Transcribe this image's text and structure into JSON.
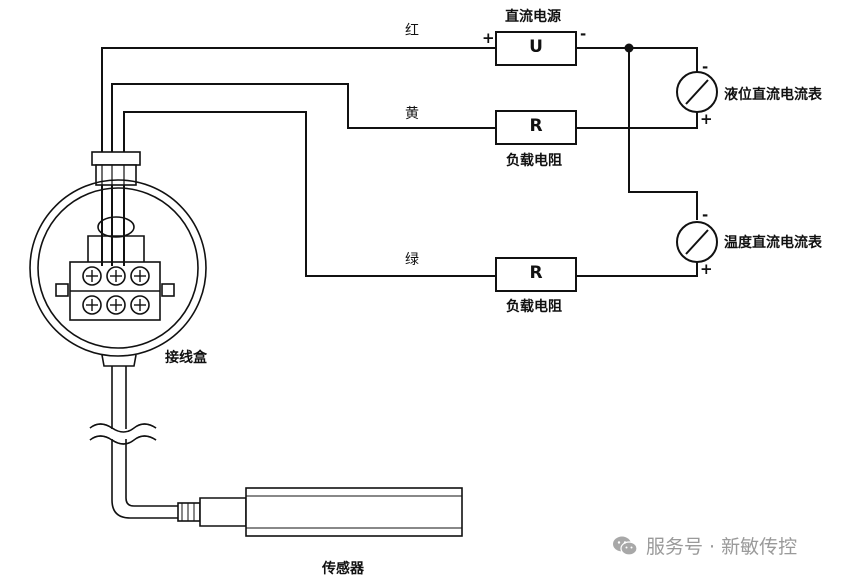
{
  "wire_labels": {
    "red": "红",
    "yellow": "黄",
    "green": "绿"
  },
  "power_supply": {
    "title": "直流电源",
    "symbol": "U",
    "plus": "+",
    "minus": "-"
  },
  "resistor_top": {
    "symbol": "R",
    "caption": "负载电阻"
  },
  "resistor_bottom": {
    "symbol": "R",
    "caption": "负载电阻"
  },
  "meter_level": {
    "label": "液位直流电流表",
    "minus": "-",
    "plus": "+"
  },
  "meter_temp": {
    "label": "温度直流电流表",
    "minus": "-",
    "plus": "+"
  },
  "junction_box": {
    "label": "接线盒"
  },
  "sensor": {
    "label": "传感器"
  },
  "watermark": {
    "text": "服务号 · 新敏传控",
    "icon": "wechat-icon"
  }
}
